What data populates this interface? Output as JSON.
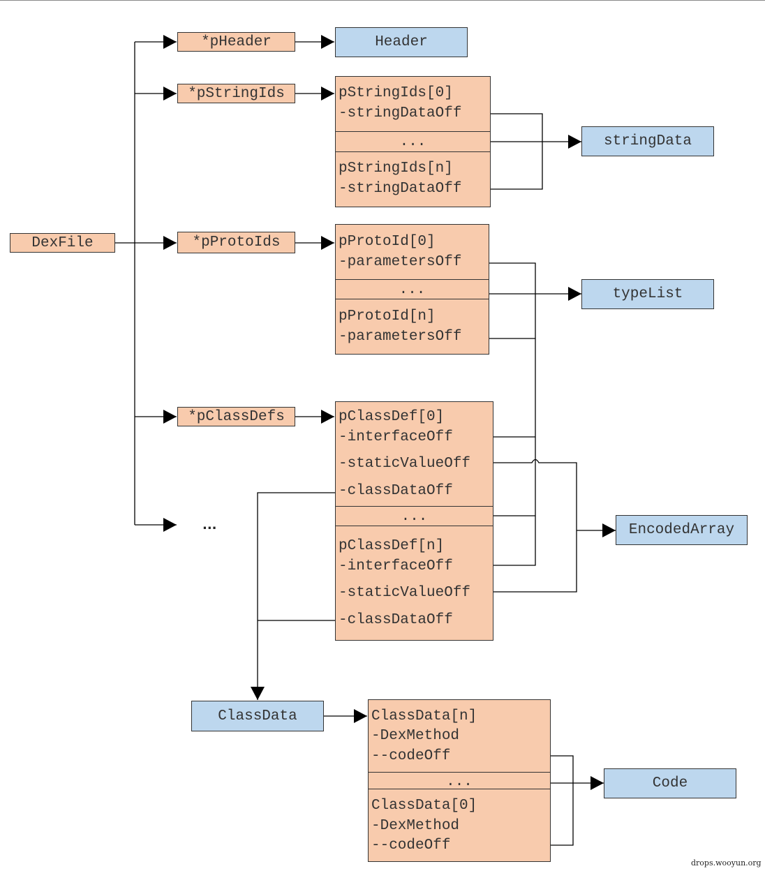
{
  "nodes": {
    "dexfile": "DexFile",
    "pheader": "*pHeader",
    "header": "Header",
    "pstringids": "*pStringIds",
    "string_ids": {
      "first": "pStringIds[0]",
      "first_field": "-stringDataOff",
      "ellipsis": "...",
      "last": "pStringIds[n]",
      "last_field": "-stringDataOff"
    },
    "stringdata": "stringData",
    "pprotoids": "*pProtoIds",
    "proto_ids": {
      "first": "pProtoId[0]",
      "first_field": "-parametersOff",
      "ellipsis": "...",
      "last": "pProtoId[n]",
      "last_field": "-parametersOff"
    },
    "typelist": "typeList",
    "pclassdefs": "*pClassDefs",
    "class_defs": {
      "first": "pClassDef[0]",
      "first_interface": "-interfaceOff",
      "first_static": "-staticValueOff",
      "first_classdata": "-classDataOff",
      "ellipsis": "...",
      "last": "pClassDef[n]",
      "last_interface": "-interfaceOff",
      "last_static": "-staticValueOff",
      "last_classdata": "-classDataOff"
    },
    "more_pointers": "...",
    "encodedarray": "EncodedArray",
    "classdata": "ClassData",
    "classdata_items": {
      "first": "ClassData[n]",
      "first_method": "-DexMethod",
      "first_code": "--codeOff",
      "ellipsis": "...",
      "last": "ClassData[0]",
      "last_method": "-DexMethod",
      "last_code": "--codeOff"
    },
    "code": "Code"
  },
  "credit": "drops.wooyun.org",
  "colors": {
    "struct_fill": "#f8cbad",
    "target_fill": "#bdd7ee",
    "line": "#000000"
  }
}
